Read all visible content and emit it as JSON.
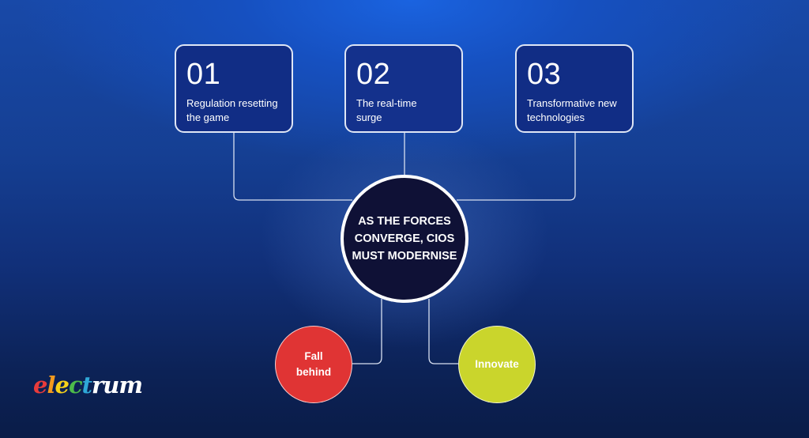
{
  "diagram": {
    "forces": [
      {
        "number": "01",
        "label": "Regulation resetting the game"
      },
      {
        "number": "02",
        "label": "The real-time surge"
      },
      {
        "number": "03",
        "label": "Transformative new technologies"
      }
    ],
    "center": {
      "text": "AS THE FORCES CONVERGE, CIOS MUST MODERNISE"
    },
    "outcomes": [
      {
        "label": "Fall behind",
        "color": "#e03434"
      },
      {
        "label": "Innovate",
        "color": "#cad52c"
      }
    ]
  },
  "brand": {
    "logo_text": "electrum",
    "letters": [
      {
        "char": "e",
        "color": "#e83b3b"
      },
      {
        "char": "l",
        "color": "#f39a1e"
      },
      {
        "char": "e",
        "color": "#f6d21a"
      },
      {
        "char": "c",
        "color": "#4dbb4a"
      },
      {
        "char": "t",
        "color": "#2fa8d8"
      },
      {
        "char": "r",
        "color": "#ffffff"
      },
      {
        "char": "u",
        "color": "#ffffff"
      },
      {
        "char": "m",
        "color": "#ffffff"
      }
    ]
  },
  "colors": {
    "card_bg": "#112d85",
    "card_border": "#dfe6f5",
    "hub_bg": "#0f1136",
    "connector": "#d8e0f0"
  }
}
